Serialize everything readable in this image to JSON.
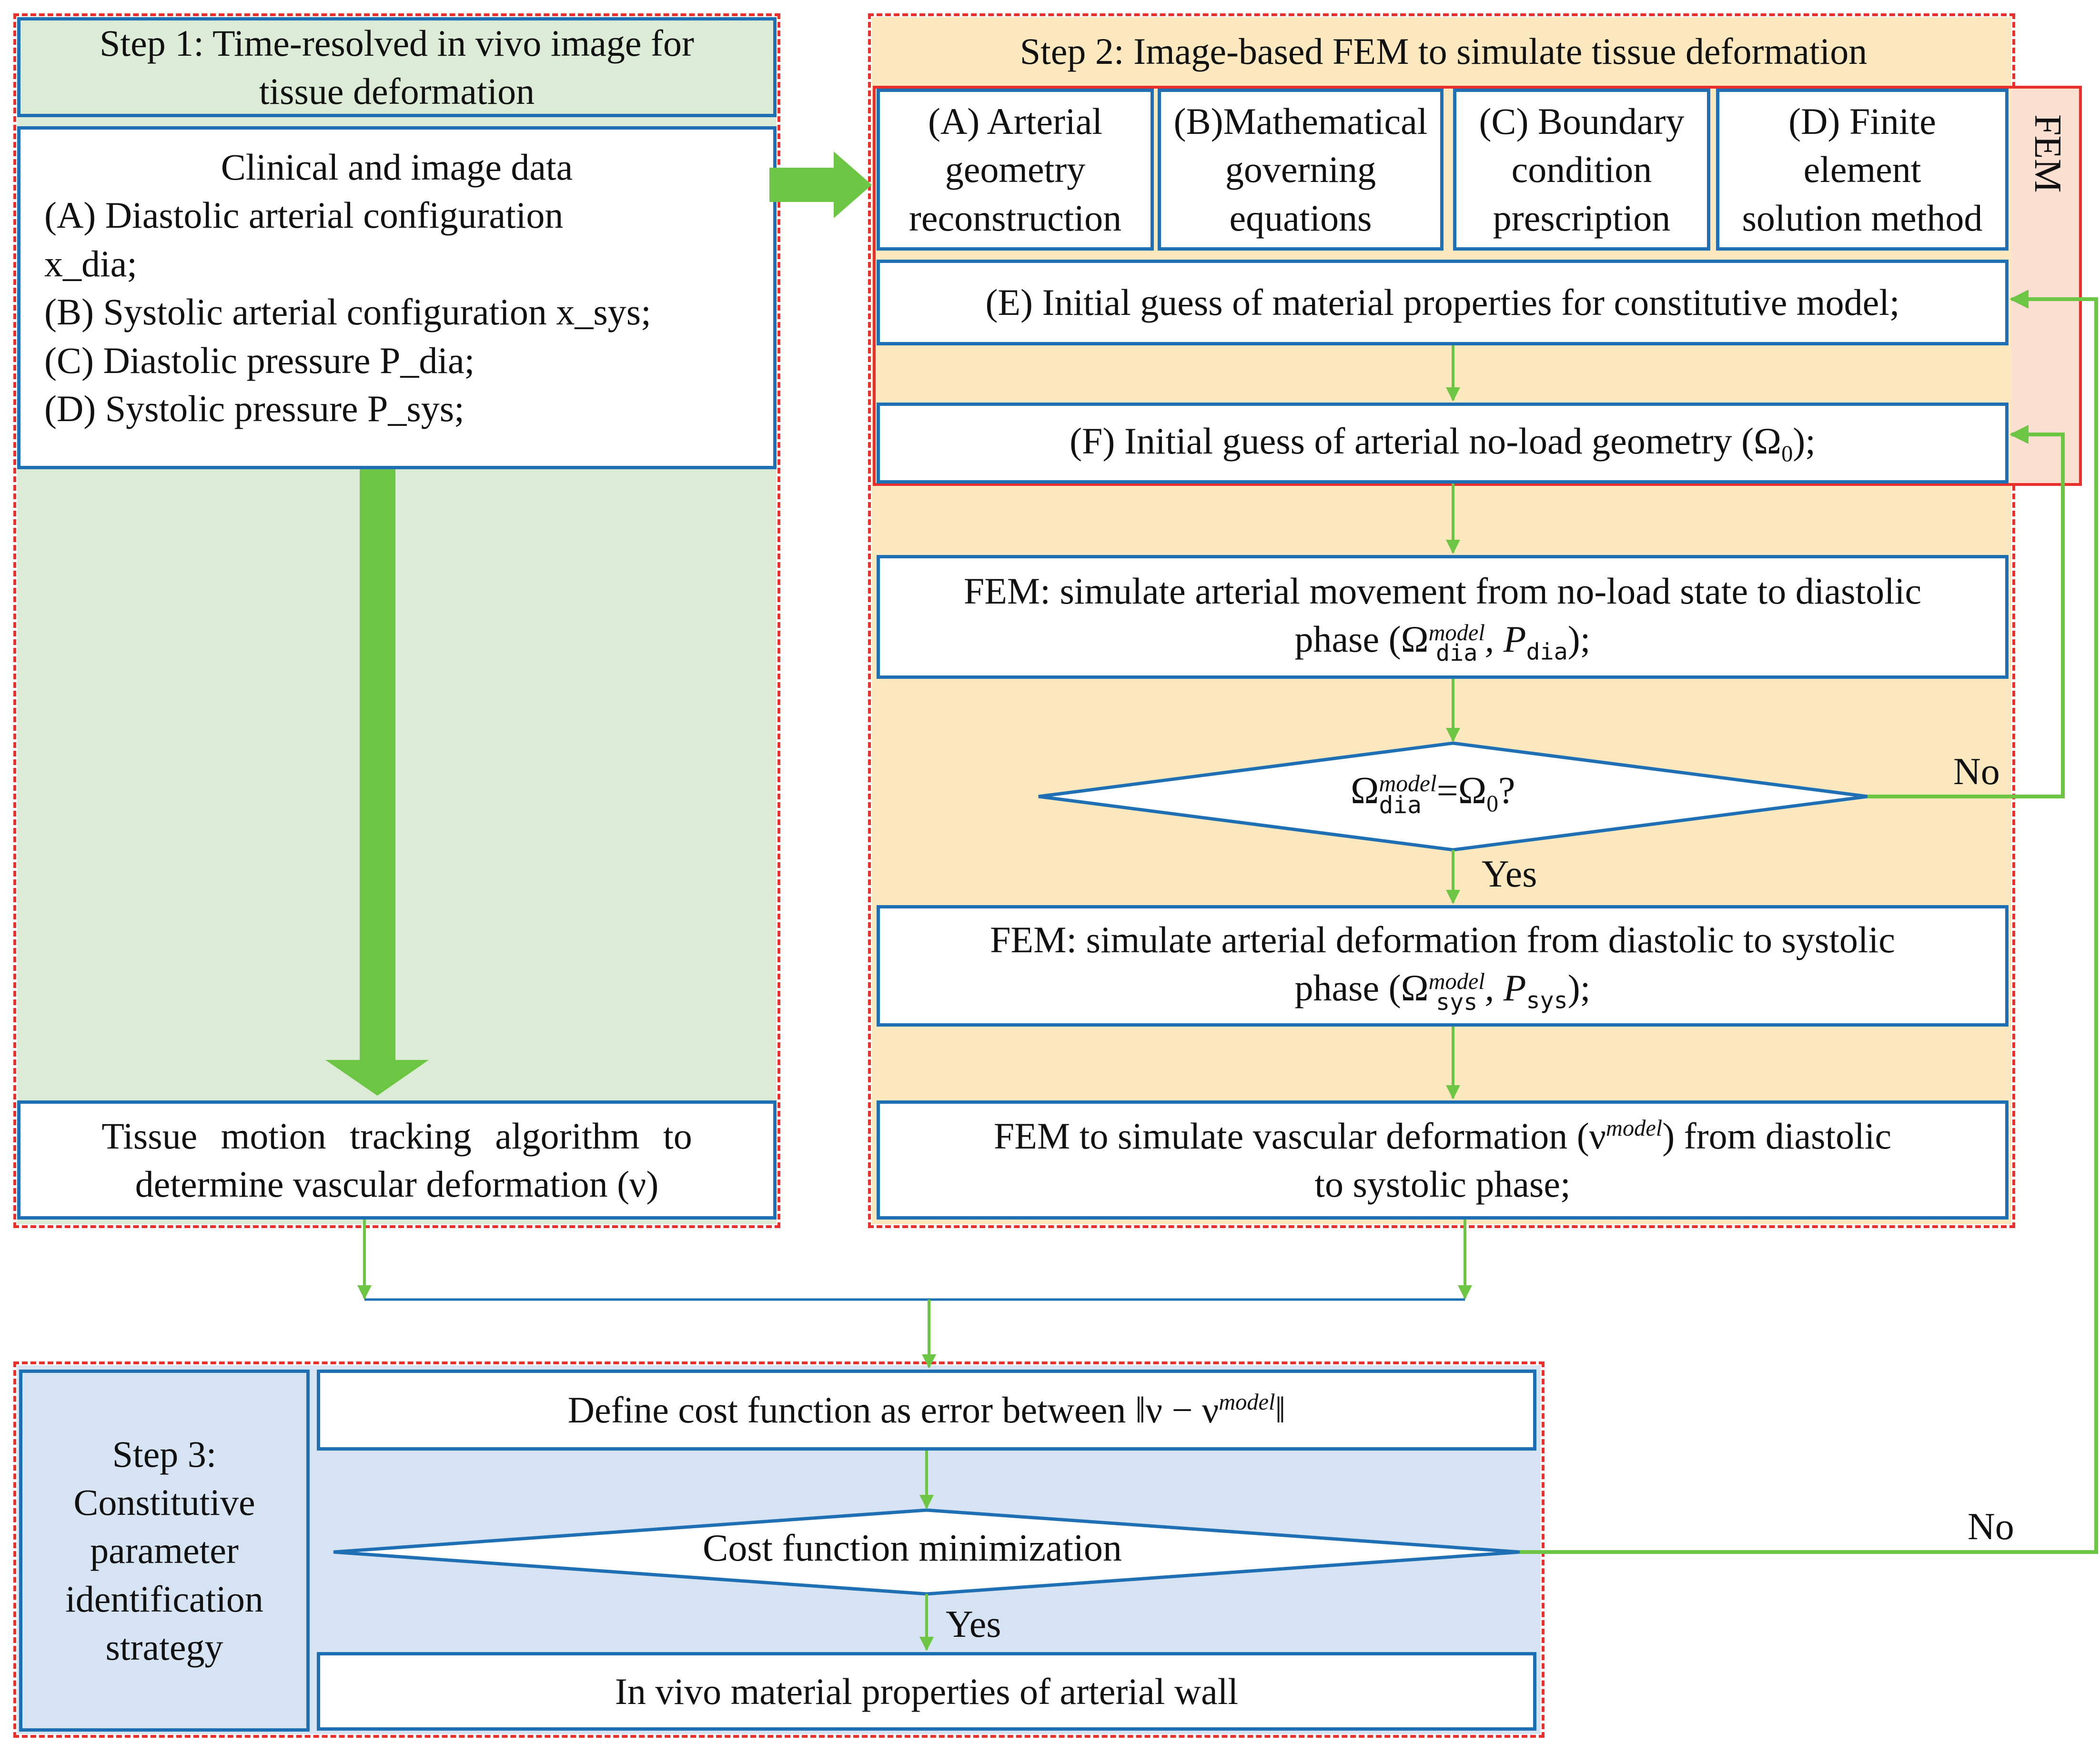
{
  "step1": {
    "header": [
      "Step 1: Time-resolved in vivo image for",
      "tissue deformation"
    ],
    "clinical": {
      "title": "Clinical and image data",
      "items": [
        "(A) Diastolic arterial configuration",
        "x_dia;",
        "(B) Systolic arterial configuration x_sys;",
        "(C) Diastolic pressure P_dia;",
        "(D) Systolic pressure P_sys;"
      ]
    },
    "tracking": [
      "Tissue motion tracking algorithm to",
      "determine vascular deformation (ν)"
    ]
  },
  "step2": {
    "header": "Step 2: Image-based FEM to simulate tissue deformation",
    "fem_label": "FEM",
    "fem_blocks": [
      [
        "(A) Arterial",
        "geometry",
        "reconstruction"
      ],
      [
        "(B)Mathematical",
        "governing",
        "equations"
      ],
      [
        "(C) Boundary",
        "condition",
        "prescription"
      ],
      [
        "(D) Finite",
        "element",
        "solution method"
      ]
    ],
    "initial_material": "(E) Initial guess of material properties for constitutive model;",
    "initial_geometry_prefix": "(F) Initial guess of arterial no-load geometry (Ω",
    "initial_geometry_sub": "0",
    "initial_geometry_suffix": ");",
    "sim_diastolic": {
      "line1": "FEM: simulate arterial movement from no-load state to diastolic",
      "line2_prefix": "phase (Ω",
      "sup": "model",
      "sub": "dia",
      "mid": ", P",
      "sub2": "dia",
      "suffix": ");"
    },
    "decision": {
      "prefix": "Ω",
      "sup": "model",
      "sub": "dia",
      "mid": "=Ω",
      "sub2": "0",
      "suffix": "?",
      "no_label": "No",
      "yes_label": "Yes"
    },
    "sim_systolic": {
      "line1": "FEM: simulate arterial deformation from diastolic to systolic",
      "line2_prefix": "phase (Ω",
      "sup": "model",
      "sub": "sys",
      "mid": ", P",
      "sub2": "sys",
      "suffix": ");"
    },
    "vascular": {
      "line1_prefix": "FEM to simulate vascular deformation (ν",
      "sup": "model",
      "line1_suffix": ") from diastolic",
      "line2": "to systolic phase;"
    }
  },
  "step3": {
    "label": [
      "Step 3:",
      "Constitutive",
      "parameter",
      "identification",
      "strategy"
    ],
    "cost_prefix": "Define cost function as error between ‖ν − ν",
    "cost_sup": "model",
    "cost_suffix": "‖",
    "minimization": "Cost function minimization",
    "no_label": "No",
    "yes_label": "Yes",
    "result": "In vivo material properties of arterial wall"
  },
  "colors": {
    "box_border": "#1f6fb5",
    "dashed_border": "#e8302c",
    "arrow_green": "#6cc644",
    "step1_fill": "#dcebd6",
    "step2_fill": "#fbe8bf",
    "fem_fill": "#fbe0d2",
    "step3_fill": "#d6e3f2"
  }
}
